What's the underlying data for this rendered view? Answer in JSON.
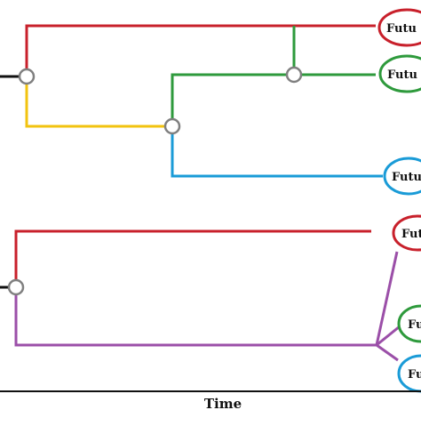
{
  "colors": {
    "red": "#c8202b",
    "green": "#2e9a3c",
    "blue": "#1a9bd7",
    "yellow": "#f2c30f",
    "purple": "#9b4fa8",
    "black": "#111111",
    "node_fill": "#ffffff",
    "node_stroke": "#808080"
  },
  "top_diagram": {
    "outcomes": {
      "red": "Futu",
      "green": "Futu",
      "blue": "Futu"
    }
  },
  "bottom_diagram": {
    "outcomes": {
      "red": "Fut",
      "green": "Fut",
      "blue": "Fut"
    }
  },
  "axis": {
    "label": "Time"
  }
}
